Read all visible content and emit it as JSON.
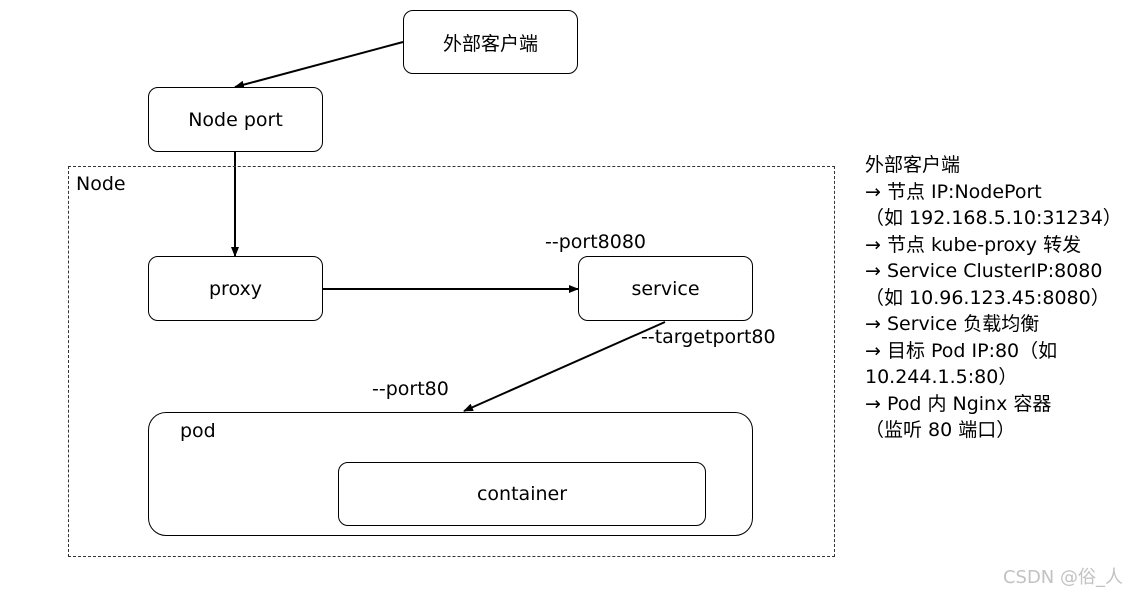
{
  "nodes": {
    "external_client": "外部客户端",
    "node_port": "Node port",
    "node_region": "Node",
    "proxy": "proxy",
    "service": "service",
    "pod": "pod",
    "container": "container"
  },
  "port_labels": {
    "service_port": "--port8080",
    "target_port": "--targetport80",
    "pod_port": "--port80"
  },
  "notes": [
    "外部客户端",
    "→ 节点 IP:NodePort",
    "（如 192.168.5.10:31234）",
    "→ 节点 kube-proxy 转发",
    "→ Service ClusterIP:8080",
    "（如 10.96.123.45:8080）",
    "→ Service 负载均衡",
    "→ 目标 Pod IP:80（如",
    "10.244.1.5:80）",
    "→ Pod 内 Nginx 容器",
    "（监听 80 端口）"
  ],
  "watermark": "CSDN @俗_人",
  "colors": {
    "stroke": "#000000",
    "watermark": "#c2c2c2"
  }
}
